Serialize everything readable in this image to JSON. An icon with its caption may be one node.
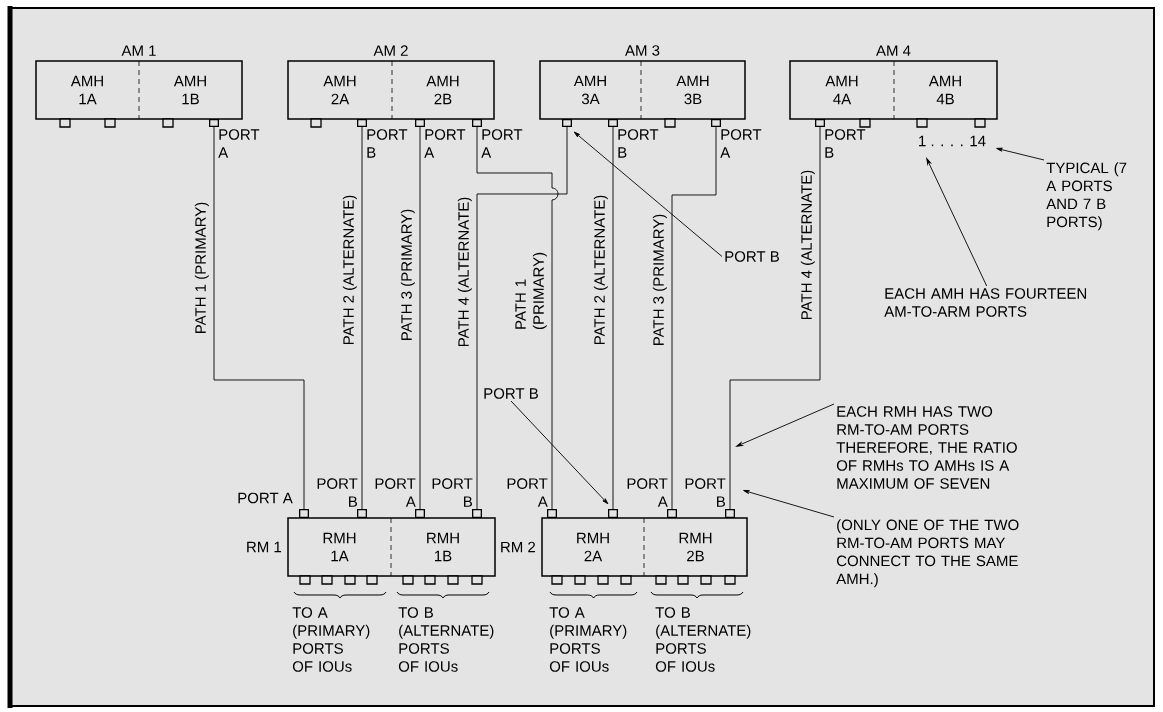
{
  "diagram": {
    "nodes": [
      {
        "text": [
          "AM 1"
        ]
      },
      {
        "text": [
          "AMH 1A"
        ],
        "in": 0
      },
      {
        "text": [
          "AMH 1B"
        ],
        "in": 0
      },
      {
        "text": [
          "AM 2"
        ]
      },
      {
        "text": [
          "AMH 2A"
        ],
        "in": 3
      },
      {
        "text": [
          "AMH 2B"
        ],
        "in": 3
      },
      {
        "text": [
          "AM 3"
        ]
      },
      {
        "text": [
          "AMH 3A"
        ],
        "in": 6
      },
      {
        "text": [
          "AMH 3B"
        ],
        "in": 6
      },
      {
        "text": [
          "AM 4"
        ]
      },
      {
        "text": [
          "AMH 4A"
        ],
        "in": 9
      },
      {
        "text": [
          "AMH 4B"
        ],
        "in": 9
      },
      {
        "text": [
          "1 . . . . 14"
        ]
      },
      {
        "text": [
          "TYPICAL (7 A PORTS AND 7 B PORTS)"
        ]
      },
      {
        "text": [
          "PORT B"
        ]
      },
      {
        "text": [
          "EACH AMH HAS FOURTEEN AM-TO-ARM PORTS"
        ]
      },
      {
        "text": [
          "PORT B"
        ]
      },
      {
        "text": [
          "EACH RMH HAS TWO RM-TO-AM PORTS THEREFORE, THE RATIO OF RMHs TO AMHs IS A MAXIMUM OF SEVEN"
        ]
      },
      {
        "text": [
          "RM 1"
        ]
      },
      {
        "text": [
          "RMH 1A"
        ],
        "in": 18
      },
      {
        "text": [
          "RMH 1B"
        ],
        "in": 18
      },
      {
        "text": [
          "RM 2"
        ]
      },
      {
        "text": [
          "RMH 2A"
        ],
        "in": 21
      },
      {
        "text": [
          "RMH 2B"
        ],
        "in": 21
      },
      {
        "text": [
          "(ONLY ONE OF THE TWO RM-TO-AM PORTS MAY CONNECT TO THE SAME AMH.)"
        ]
      }
    ],
    "edges": [
      {
        "from": 2,
        "to": 19,
        "arrow": "other",
        "label": "PATH 1 (PRIMARY)"
      },
      {
        "from": 4,
        "to": 19,
        "arrow": "other",
        "label": "PATH 2 (ALTERNATE)"
      },
      {
        "from": 5,
        "to": 20,
        "arrow": "other",
        "label": "PATH 3 (PRIMARY)"
      },
      {
        "from": 5,
        "to": 22,
        "arrow": "other",
        "label": "PATH 1 (PRIMARY)"
      },
      {
        "from": 7,
        "to": 20,
        "arrow": "other",
        "label": "PATH 4 (ALTERNATE)"
      },
      {
        "from": 7,
        "to": 22,
        "arrow": "other",
        "label": "PATH 2 (ALTERNATE)"
      },
      {
        "from": 8,
        "to": 23,
        "arrow": "other",
        "label": "PATH 3 (PRIMARY)"
      },
      {
        "from": 10,
        "to": 23,
        "arrow": "other",
        "label": "PATH 4 (ALTERNATE)"
      },
      {
        "from": 13,
        "to": 12,
        "arrow": "to"
      },
      {
        "from": 15,
        "to": 12,
        "arrow": "to"
      },
      {
        "from": 14,
        "to": 7,
        "arrow": "to"
      },
      {
        "from": 16,
        "to": 22,
        "arrow": "to"
      },
      {
        "from": 17,
        "to": null,
        "arrow": "to"
      },
      {
        "from": 24,
        "to": 23,
        "arrow": "to"
      }
    ],
    "labels": [
      "PORT A",
      "PORT B",
      "PORT A",
      "PORT A",
      "PORT B",
      "PORT A",
      "PORT B",
      "PORT A",
      "PORT B",
      "PORT A",
      "PORT B",
      "PORT A",
      "PORT A",
      "PORT B",
      "TO A (PRIMARY) PORTS OF IOUs",
      "TO B (ALTERNATE) PORTS OF IOUs",
      "TO A (PRIMARY) PORTS OF IOUs",
      "TO B (ALTERNATE) PORTS OF IOUs"
    ]
  }
}
